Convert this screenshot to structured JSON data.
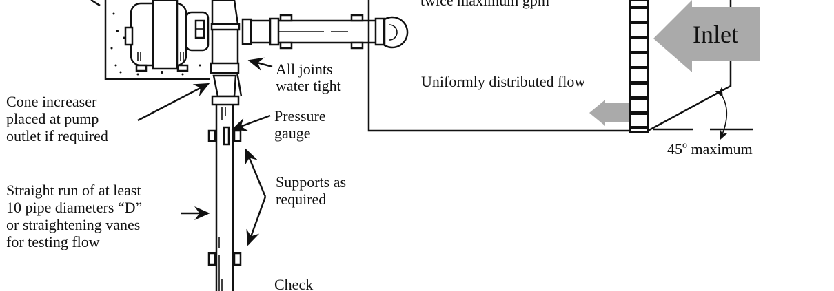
{
  "labels": {
    "twice_max_gpm": "twice maximum gpm",
    "inlet": "Inlet",
    "uniform_flow": "Uniformly distributed flow",
    "all_joints": [
      "All joints",
      "water tight"
    ],
    "cone_increaser": [
      "Cone increaser",
      "placed at pump",
      "outlet if required"
    ],
    "pressure_gauge": [
      "Pressure",
      "gauge"
    ],
    "angle": "45",
    "angle_sup": "o",
    "angle_suffix": " maximum",
    "straight_run": [
      "Straight run of at least",
      "10 pipe diameters “D”",
      "or straightening vanes",
      "for testing flow"
    ],
    "supports": [
      "Supports as",
      "required"
    ],
    "check": "Check"
  },
  "colors": {
    "arrow_fill": "#aaaaaa",
    "line": "#111111"
  }
}
